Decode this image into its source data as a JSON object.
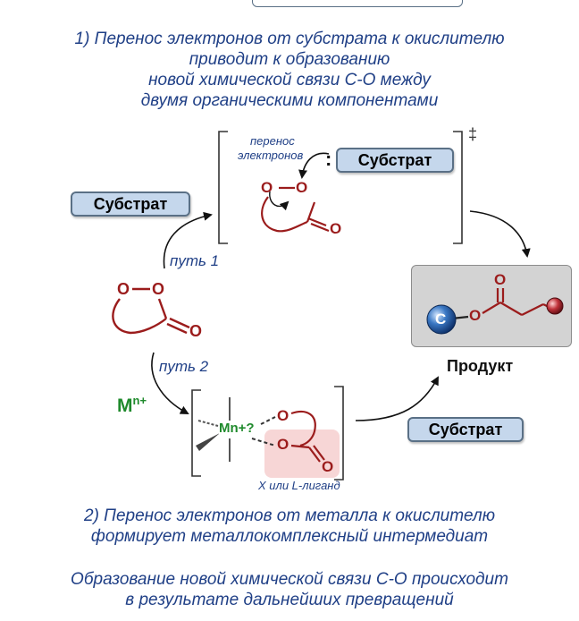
{
  "caption_top": {
    "line1": "1) Перенос электронов от субстрата к окислителю",
    "line2": "приводит к образованию",
    "line3": "новой химической связи С-О между",
    "line4": "двумя органическими компонентами"
  },
  "substrate_label": "Субстрат",
  "electron_transfer": {
    "line1": "перенос",
    "line2": "электронов"
  },
  "dagger": "‡",
  "colon": ":",
  "path1": "путь 1",
  "path2": "путь 2",
  "metal": {
    "base": "M",
    "charge": "n+"
  },
  "complex_metal": "Mn+?",
  "ligand_label": "X или L-лиганд",
  "product_label": "Продукт",
  "atoms": {
    "O": "O",
    "C": "C"
  },
  "caption_bottom": {
    "line1": "2) Перенос электронов от металла к окислителю",
    "line2": "формирует металлокомплексный интермедиат",
    "line3": "Образование новой химической связи С-О происходит",
    "line4": "в результате дальнейших превращений"
  },
  "colors": {
    "caption_text": "#1f3f86",
    "molecule": "#9b1c1c",
    "metal": "#1f8a2c",
    "pill_fill": "#c5d7ec",
    "product_box": "#d3d3d3"
  }
}
